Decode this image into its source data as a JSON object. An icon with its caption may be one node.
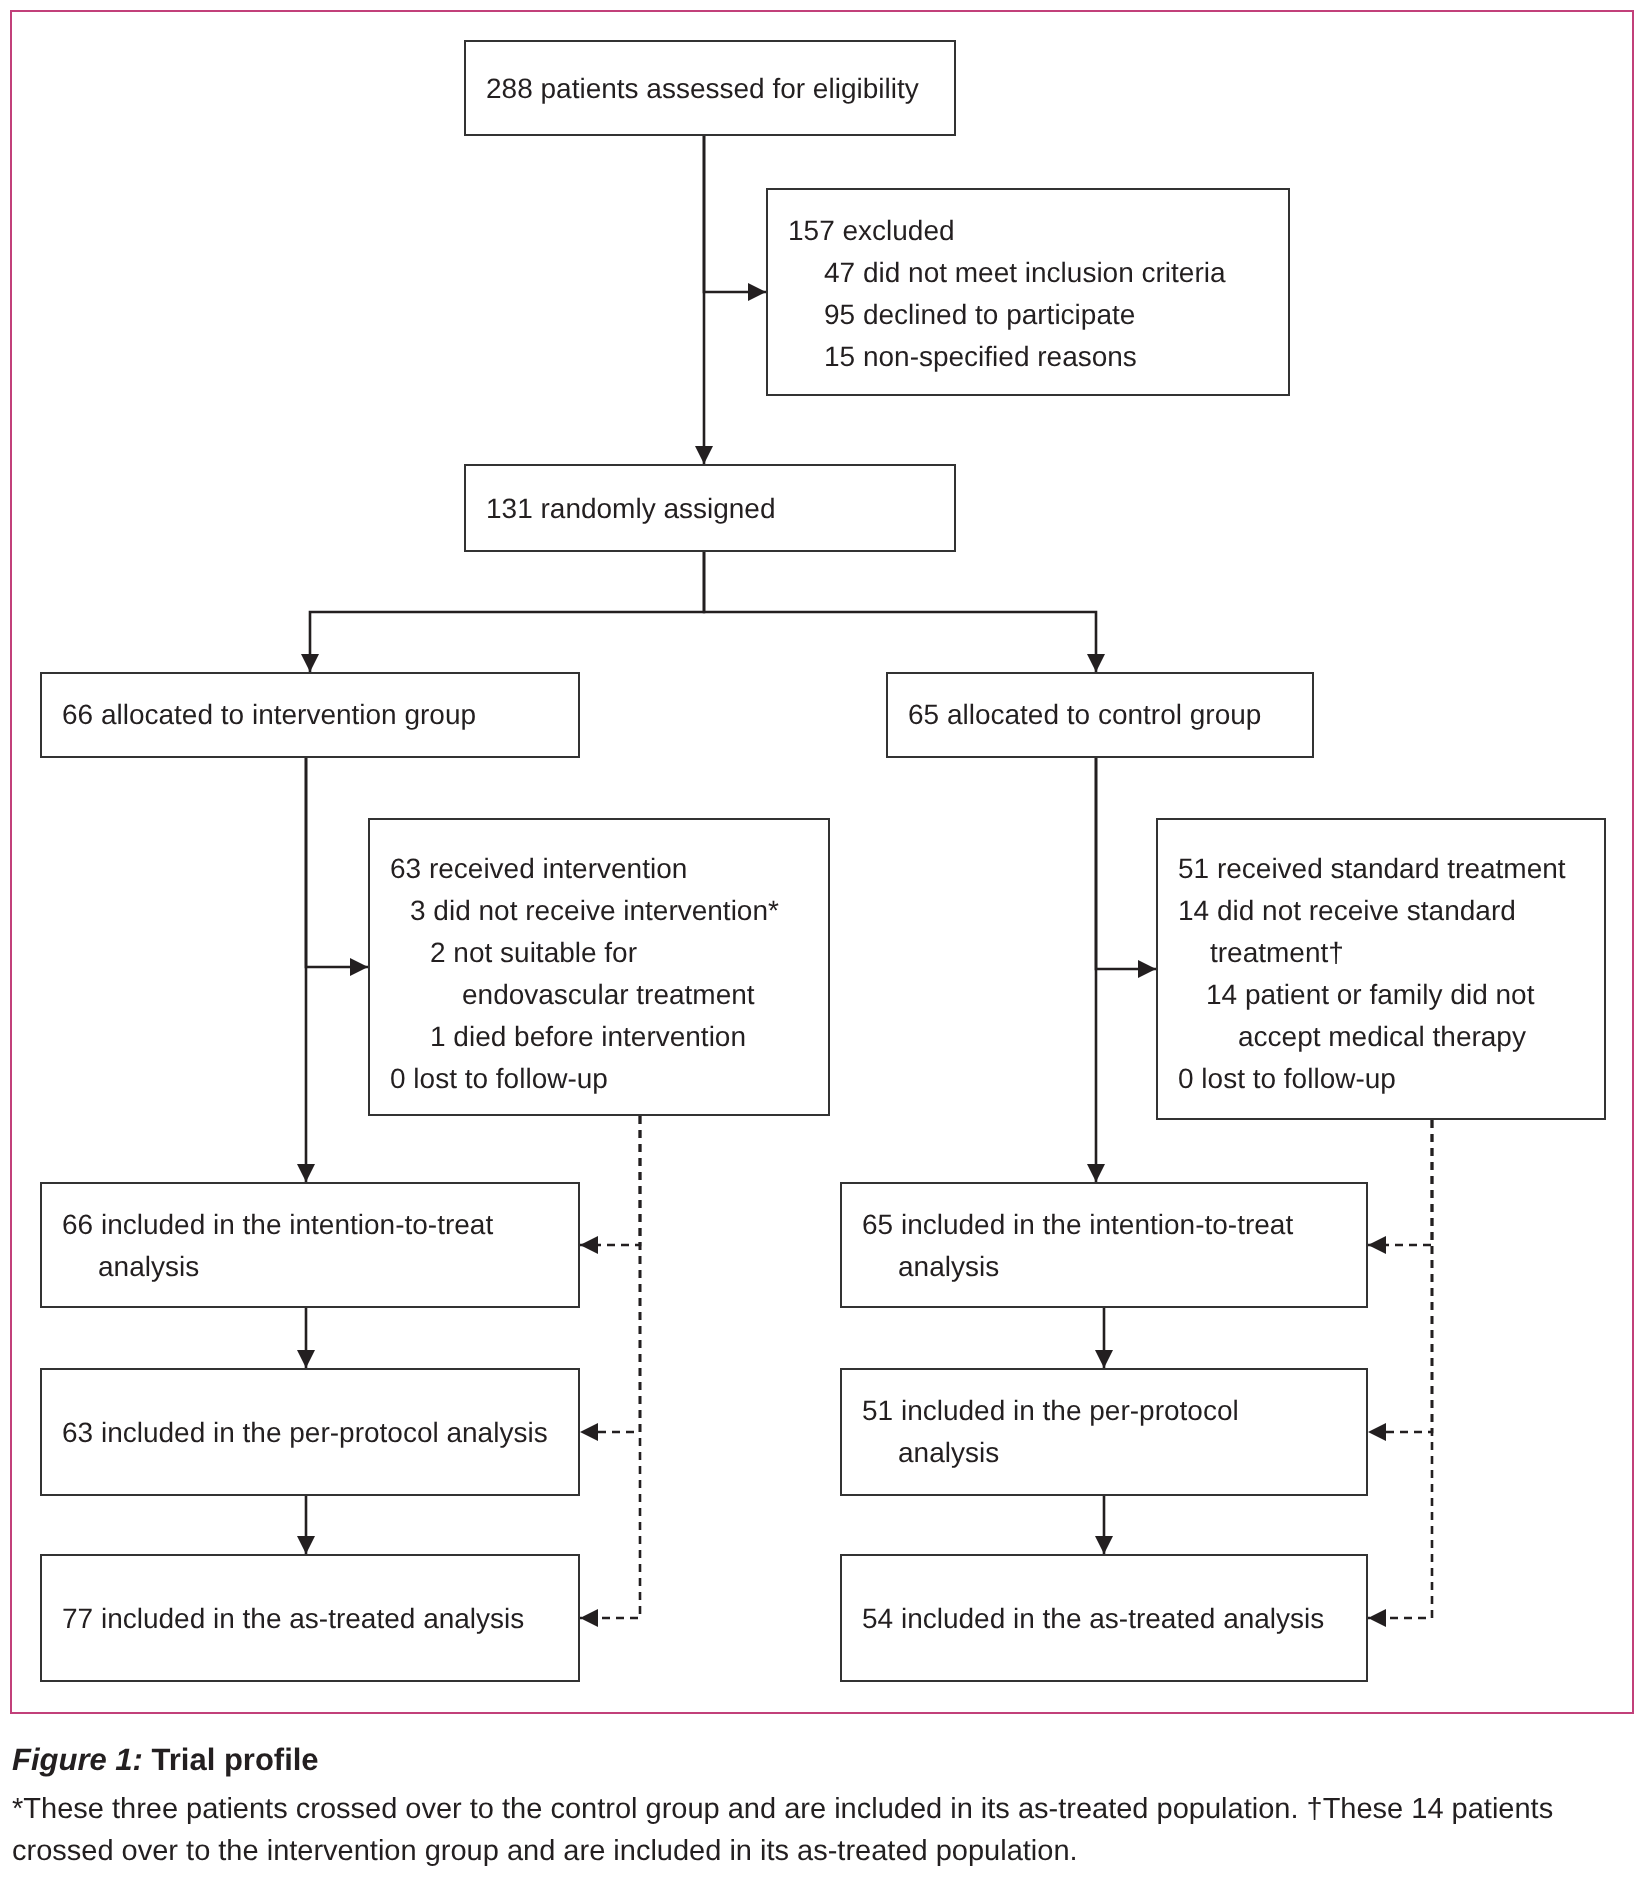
{
  "diagram": {
    "title": "*Figure 1:* Trial profile",
    "caption": "*These three patients crossed over to the control group and are included in its as-treated population. †These 14 patients crossed over to the intervention group and are included in its as-treated population.",
    "nodes": [
      {
        "text": [
          "288 patients assessed for eligibility"
        ]
      },
      {
        "text": [
          "157 excluded",
          "47 did not meet inclusion criteria",
          "95 declined to participate",
          "15 non-specified reasons"
        ]
      },
      {
        "text": [
          "131 randomly assigned"
        ]
      },
      {
        "text": [
          "66 allocated to intervention group"
        ]
      },
      {
        "text": [
          "65 allocated to control group"
        ]
      },
      {
        "text": [
          "63 received intervention",
          "3 did not receive intervention*",
          "2 not suitable for endovascular treatment",
          "1 died before intervention",
          "0 lost to follow-up"
        ]
      },
      {
        "text": [
          "51 received standard treatment",
          "14 did not receive standard treatment†",
          "14 patient or family did not accept medical therapy",
          "0 lost to follow-up"
        ]
      },
      {
        "text": [
          "66 included in the intention-to-treat analysis"
        ]
      },
      {
        "text": [
          "63 included in the per-protocol analysis"
        ]
      },
      {
        "text": [
          "77 included in the as-treated analysis"
        ]
      },
      {
        "text": [
          "65 included in the intention-to-treat analysis"
        ]
      },
      {
        "text": [
          "51 included in the per-protocol analysis"
        ]
      },
      {
        "text": [
          "54 included in the as-treated analysis"
        ]
      }
    ],
    "edges": [
      {
        "from": 0,
        "to": 2,
        "arrow": "to"
      },
      {
        "from": 0,
        "to": 1,
        "arrow": "to"
      },
      {
        "from": 2,
        "to": 3,
        "arrow": "to"
      },
      {
        "from": 2,
        "to": 4,
        "arrow": "to"
      },
      {
        "from": 3,
        "to": 7,
        "arrow": "to"
      },
      {
        "from": 3,
        "to": 5,
        "arrow": "to"
      },
      {
        "from": 4,
        "to": 10,
        "arrow": "to"
      },
      {
        "from": 4,
        "to": 6,
        "arrow": "to"
      },
      {
        "from": 5,
        "to": 7,
        "arrow": "to",
        "style": "dashed"
      },
      {
        "from": 5,
        "to": 8,
        "arrow": "to",
        "style": "dashed"
      },
      {
        "from": 5,
        "to": 9,
        "arrow": "to",
        "style": "dashed"
      },
      {
        "from": 6,
        "to": 10,
        "arrow": "to",
        "style": "dashed"
      },
      {
        "from": 6,
        "to": 11,
        "arrow": "to",
        "style": "dashed"
      },
      {
        "from": 6,
        "to": 12,
        "arrow": "to",
        "style": "dashed"
      },
      {
        "from": 7,
        "to": 8,
        "arrow": "to"
      },
      {
        "from": 8,
        "to": 9,
        "arrow": "to"
      },
      {
        "from": 10,
        "to": 11,
        "arrow": "to"
      },
      {
        "from": 11,
        "to": 12,
        "arrow": "to"
      }
    ]
  }
}
